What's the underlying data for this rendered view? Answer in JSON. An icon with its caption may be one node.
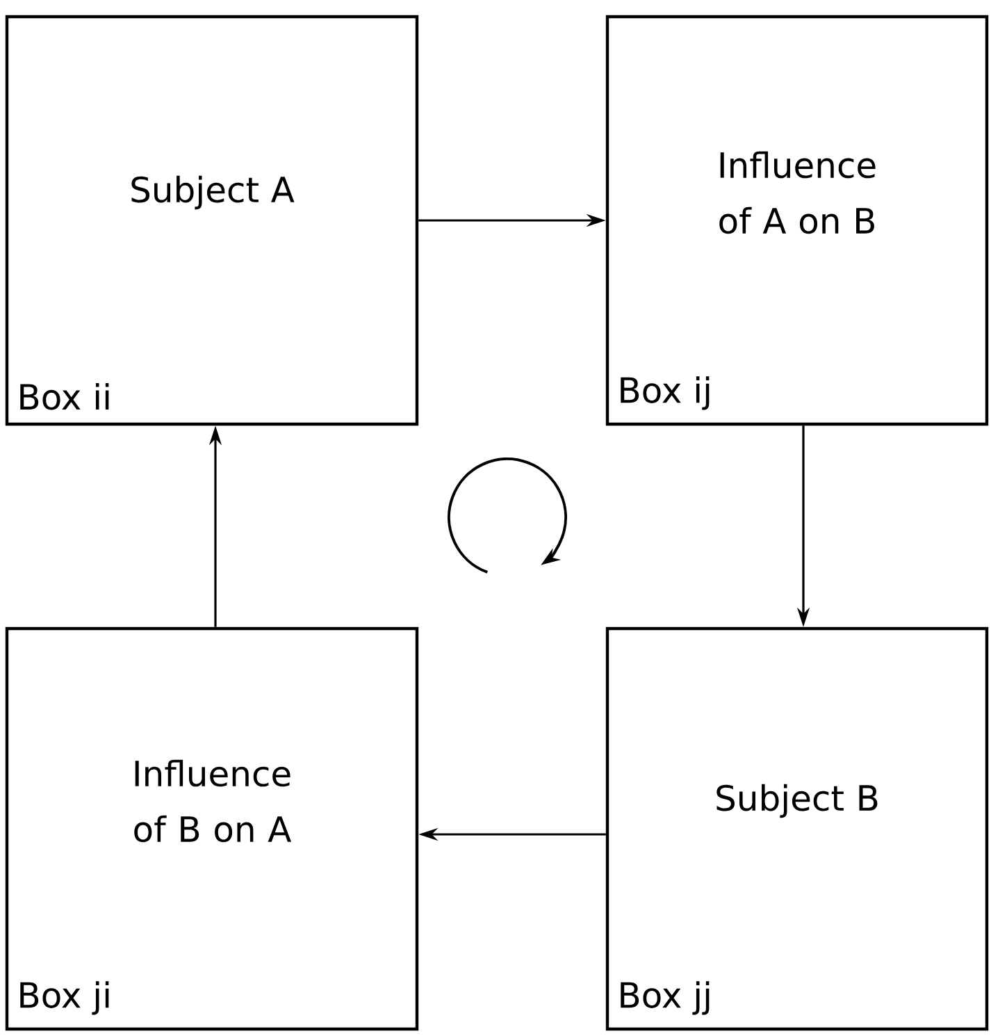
{
  "diagram": {
    "nodes": [
      {
        "text": [
          "Subject A",
          "Box ii"
        ]
      },
      {
        "text": [
          "Influence of A on B",
          "Box ij"
        ]
      },
      {
        "text": [
          "Influence of B on A",
          "Box ji"
        ]
      },
      {
        "text": [
          "Subject B",
          "Box jj"
        ]
      }
    ],
    "edges": [
      {
        "from": 0,
        "to": 1,
        "arrow": "to"
      },
      {
        "from": 1,
        "to": 3,
        "arrow": "to"
      },
      {
        "from": 3,
        "to": 2,
        "arrow": "to"
      },
      {
        "from": 2,
        "to": 0,
        "arrow": "to"
      }
    ]
  }
}
